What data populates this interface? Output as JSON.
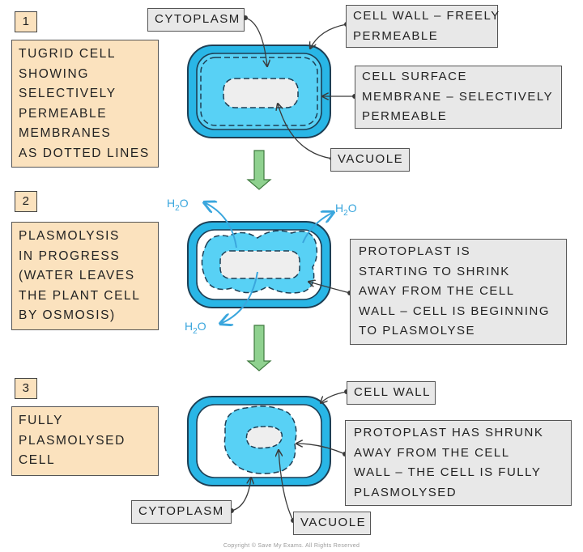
{
  "stages": [
    {
      "number": "1",
      "lines": [
        "TUGRID CELL",
        "SHOWING",
        "SELECTIVELY",
        "PERMEABLE",
        "MEMBRANES",
        "AS DOTTED LINES"
      ]
    },
    {
      "number": "2",
      "lines": [
        "PLASMOLYSIS",
        "IN PROGRESS",
        "(WATER LEAVES",
        "THE PLANT CELL",
        "BY OSMOSIS)"
      ]
    },
    {
      "number": "3",
      "lines": [
        "FULLY",
        "PLASMOLYSED",
        "CELL"
      ]
    }
  ],
  "labels": {
    "cytoplasm_1": "CYTOPLASM",
    "cell_wall_1": [
      "CELL WALL – FREELY",
      "PERMEABLE"
    ],
    "cell_membrane_1": [
      "CELL SURFACE",
      "MEMBRANE – SELECTIVELY",
      "PERMEABLE"
    ],
    "vacuole_1": "VACUOLE",
    "protoplast_2": [
      "PROTOPLAST IS",
      "STARTING TO SHRINK",
      "AWAY FROM THE CELL",
      "WALL – CELL IS BEGINNING",
      "TO PLASMOLYSE"
    ],
    "cell_wall_3": "CELL WALL",
    "protoplast_3": [
      "PROTOPLAST HAS SHRUNK",
      "AWAY FROM THE CELL",
      "WALL – THE CELL IS FULLY",
      "PLASMOLYSED"
    ],
    "cytoplasm_3": "CYTOPLASM",
    "vacuole_3": "VACUOLE"
  },
  "water": {
    "base": "H",
    "sub": "2",
    "end": "O"
  },
  "colors": {
    "cell_wall": "#29b6e6",
    "cytoplasm": "#58d1f5",
    "vacuole": "#eeeeee",
    "stage_box": "#fbe2be",
    "label_box": "#e8e8e8",
    "arrow": "#8fd18f",
    "water_arrow": "#3aa6dd"
  },
  "copyright": "Copyright © Save My Exams. All Rights Reserved"
}
